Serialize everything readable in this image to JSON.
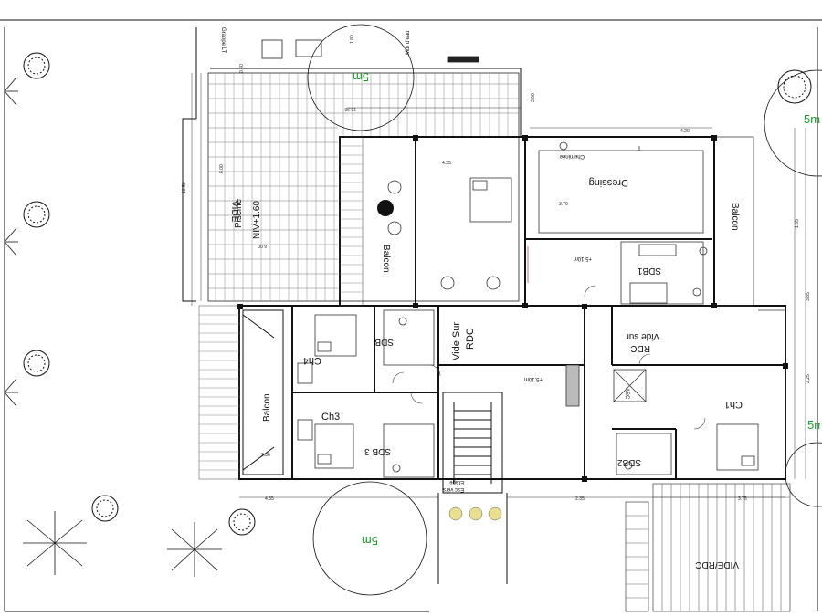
{
  "plan": {
    "rooms": {
      "piscine": "Piscine",
      "vide_piscine": "VIDE",
      "niv_piscine": "NIV+1.60",
      "dressing": "Dressing",
      "balcon_top": "Balcon",
      "balcon_right": "Balcon",
      "balcon_left": "Balcon",
      "sdb1": "SDB1",
      "vide_sur_rdc_center": "Vide Sur",
      "vide_sur_rdc_center_2": "RDC",
      "vide_sur_rdc_right": "Vide sur",
      "vide_sur_rdc_right_2": "RDC",
      "sdb_ch4": "SDB",
      "ch4": "Ch4",
      "ch3": "Ch3",
      "sdb3": "SDB 3",
      "ch1": "Ch1",
      "sdb2": "SDB2",
      "asc": "ASC",
      "esc": "Esc vers",
      "esc_2": "Etage",
      "vide_rdc_bottom": "VIDE/RDC",
      "cheminee": "Cheminée",
      "grappe": "Grappe LT",
      "mur_eau": "Mur d'eau"
    },
    "levels": {
      "niv_1": "+5.10m",
      "niv_2": "+5.10m"
    },
    "tree_labels": [
      "5m",
      "5m",
      "5m",
      "5m"
    ],
    "dimensions": {
      "d_1050": "10.50",
      "d_800": "8.00",
      "d_600": "6.00",
      "d_300": "3.00",
      "d_180": "1.80",
      "d_240": "2.40",
      "d_040": "0.40",
      "d_1390": "13.90",
      "d_435": "4.35",
      "d_235": "2.35",
      "d_375": "3.75",
      "d_370": "3.70",
      "d_420": "4.20",
      "d_385": "3.85",
      "d_155": "1.55",
      "d_225": "2.25",
      "d_286": "2.86"
    }
  }
}
